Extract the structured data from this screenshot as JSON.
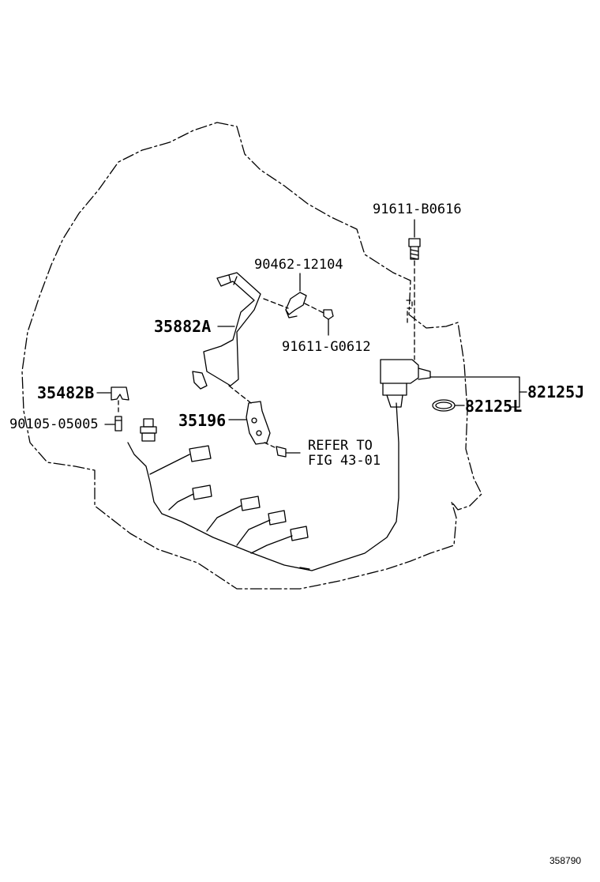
{
  "labels": {
    "p_91611_B0616": "91611-B0616",
    "p_90462_12104": "90462-12104",
    "p_35882A": "35882A",
    "p_91611_G0612": "91611-G0612",
    "p_35482B": "35482B",
    "p_90105_05005": "90105-05005",
    "p_35196": "35196",
    "refer_line1": "REFER TO",
    "refer_line2": "FIG 43-01",
    "p_82125J": "82125J",
    "p_82125L": "82125L"
  },
  "figure_id": "358790"
}
